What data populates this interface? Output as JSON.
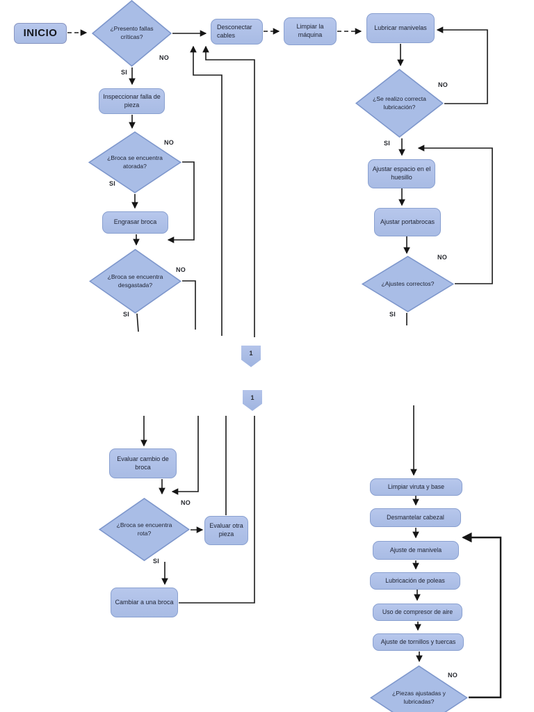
{
  "document": {
    "type": "flowchart",
    "language": "es",
    "topic": "Mantenimiento de taladro / máquina"
  },
  "colors": {
    "node_fill": "#aabde5",
    "node_border": "#89a0d0",
    "diamond_fill": "#a9bde6",
    "diamond_border": "#7e97cc",
    "line": "#1a1a1a",
    "text": "#202535",
    "background": "#ffffff"
  },
  "nodes": {
    "inicio": {
      "label": "INICIO"
    },
    "fallas_criticas": {
      "label": "¿Presento fallas críticas?"
    },
    "desconectar_cables": {
      "label": "Desconectar cables"
    },
    "limpiar_maquina": {
      "label": "Limpiar la máquina"
    },
    "lubricar_manivelas": {
      "label": "Lubricar manivelas"
    },
    "correcta_lubricacion": {
      "label": "¿Se realizo correcta lubricación?"
    },
    "ajustar_espacio": {
      "label": "Ajustar espacio en el huesillo"
    },
    "ajustar_portabrocas": {
      "label": "Ajustar portabrocas"
    },
    "ajustes_correctos": {
      "label": "¿Ajustes correctos?"
    },
    "inspeccionar_falla": {
      "label": "Inspeccionar falla de pieza"
    },
    "broca_atorada": {
      "label": "¿Broca se encuentra atorada?"
    },
    "engrasar_broca": {
      "label": "Engrasar broca"
    },
    "broca_desgastada": {
      "label": "¿Broca se encuentra desgastada?"
    },
    "conector_1a": {
      "label": "1"
    },
    "conector_1b": {
      "label": "1"
    },
    "evaluar_cambio": {
      "label": "Evaluar cambio de broca"
    },
    "broca_rota": {
      "label": "¿Broca se encuentra rota?"
    },
    "evaluar_otra_pieza": {
      "label": "Evaluar otra pieza"
    },
    "cambiar_broca": {
      "label": "Cambiar a una broca"
    },
    "limpiar_viruta": {
      "label": "Limpiar viruta y base"
    },
    "desmantelar_cabezal": {
      "label": "Desmantelar cabezal"
    },
    "ajuste_manivela": {
      "label": "Ajuste de manivela"
    },
    "lubricacion_poleas": {
      "label": "Lubricación de poleas"
    },
    "compresor_aire": {
      "label": "Uso de compresor de aire"
    },
    "ajuste_tornillos": {
      "label": "Ajuste de tornillos y tuercas"
    },
    "piezas_ajustadas": {
      "label": "¿Piezas ajustadas y lubricadas?"
    }
  },
  "edge_labels": {
    "fallas_no": "NO",
    "fallas_si": "SI",
    "atorada_no": "NO",
    "atorada_si": "SI",
    "desgastada_no": "NO",
    "desgastada_si": "SI",
    "lubricacion_no": "NO",
    "lubricacion_si": "SI",
    "ajustes_no": "NO",
    "ajustes_si": "SI",
    "rota_no": "NO",
    "rota_si": "SI",
    "piezas_no": "NO"
  }
}
